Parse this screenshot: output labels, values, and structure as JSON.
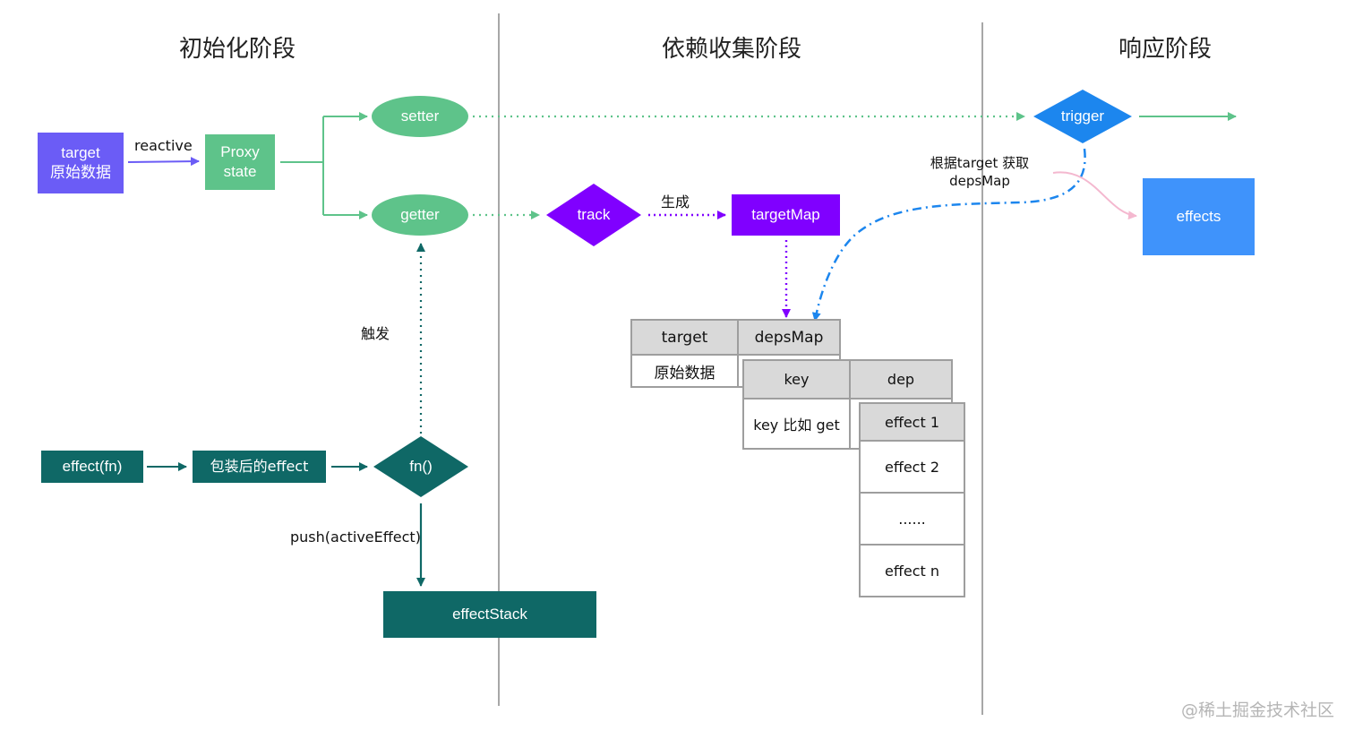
{
  "phases": {
    "init": "初始化阶段",
    "collect": "依赖收集阶段",
    "respond": "响应阶段"
  },
  "nodes": {
    "target_line1": "target",
    "target_line2": "原始数据",
    "proxy_line1": "Proxy",
    "proxy_line2": "state",
    "setter": "setter",
    "getter": "getter",
    "track": "track",
    "targetmap": "targetMap",
    "trigger": "trigger",
    "effects": "effects",
    "effect_fn": "effect(fn)",
    "wrapped_effect": "包装后的effect",
    "fn_call": "fn()",
    "effect_stack": "effectStack"
  },
  "edge_labels": {
    "reactive": "reactive",
    "generate": "生成",
    "trigger_by": "触发",
    "push_active": "push(activeEffect)",
    "lookup_line1": "根据target 获取",
    "lookup_line2": "depsMap"
  },
  "target_table": {
    "header": [
      "target",
      "depsMap"
    ],
    "row": "原始数据"
  },
  "deps_table": {
    "header": [
      "key",
      "dep"
    ],
    "row": "key 比如 get"
  },
  "effects_list": [
    "effect 1",
    "effect 2",
    "......",
    "effect n"
  ],
  "watermark": "@稀土掘金技术社区",
  "colors": {
    "green": "#5ec38a",
    "purple_blue": "#6b5cf6",
    "violet": "#8000ff",
    "blue": "#1c86ee",
    "effects_blue": "#3f93fb",
    "teal": "#0f6866",
    "pink": "#f4b8cf",
    "divider": "#8a8a8a"
  }
}
